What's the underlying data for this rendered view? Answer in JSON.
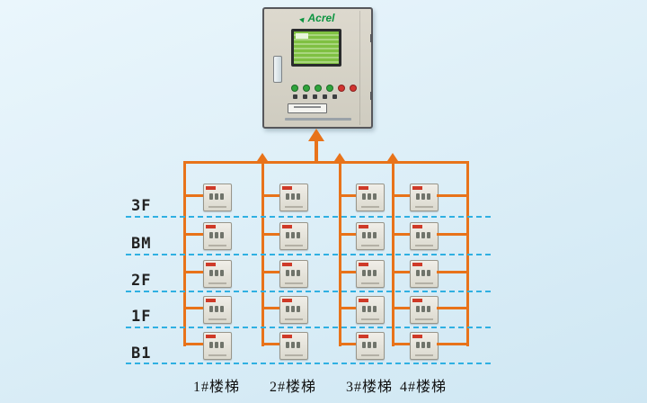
{
  "panel": {
    "brand": "Acrel"
  },
  "floors": [
    {
      "label": "3F"
    },
    {
      "label": "BM"
    },
    {
      "label": "2F"
    },
    {
      "label": "1F"
    },
    {
      "label": "B1"
    }
  ],
  "stairs": [
    {
      "label": "1#楼梯"
    },
    {
      "label": "2#楼梯"
    },
    {
      "label": "3#楼梯"
    },
    {
      "label": "4#楼梯"
    }
  ],
  "colors": {
    "orange": "#e8731a",
    "dash": "#2fb0e2",
    "bg-top": "#eaf6fc",
    "bg-bottom": "#cfe7f3",
    "brand": "#0c9440",
    "screen": "#7fc042",
    "tag-red": "#cf3a28",
    "led-green": "#2fa43c",
    "led-red": "#d23430"
  }
}
